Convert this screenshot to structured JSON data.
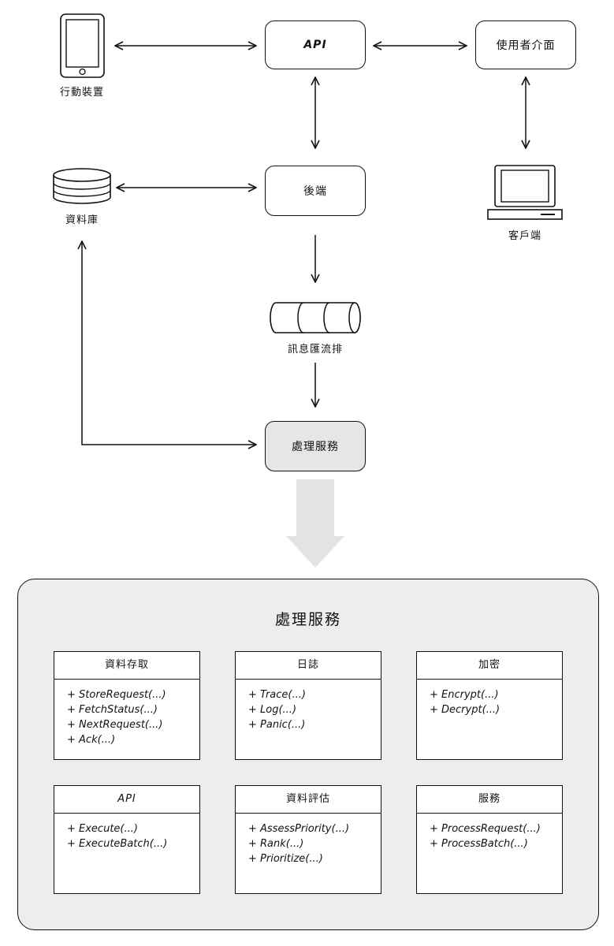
{
  "nodes": {
    "mobile_label": "行動裝置",
    "api": "API",
    "ui": "使用者介面",
    "database_label": "資料庫",
    "backend": "後端",
    "client_label": "客戶端",
    "queue_label": "訊息匯流排",
    "processing": "處理服務"
  },
  "detail": {
    "title": "處理服務",
    "classes": [
      {
        "name": "資料存取",
        "methods": [
          "+ StoreRequest(...)",
          "+ FetchStatus(...)",
          "+ NextRequest(...)",
          "+ Ack(...)"
        ]
      },
      {
        "name": "日誌",
        "methods": [
          "+ Trace(...)",
          "+ Log(...)",
          "+ Panic(...)"
        ]
      },
      {
        "name": "加密",
        "methods": [
          "+ Encrypt(...)",
          "+ Decrypt(...)"
        ]
      },
      {
        "name": "API",
        "methods": [
          "+ Execute(...)",
          "+ ExecuteBatch(...)"
        ]
      },
      {
        "name": "資料評估",
        "methods": [
          "+ AssessPriority(...)",
          "+ Rank(...)",
          "+ Prioritize(...)"
        ]
      },
      {
        "name": "服務",
        "methods": [
          "+ ProcessRequest(...)",
          "+ ProcessBatch(...)"
        ]
      }
    ]
  },
  "colors": {
    "line": "#111111",
    "node_fill": "#ffffff",
    "highlight_fill": "#e6e6e6",
    "panel_fill": "#ededed",
    "big_arrow": "#e3e3e3"
  }
}
